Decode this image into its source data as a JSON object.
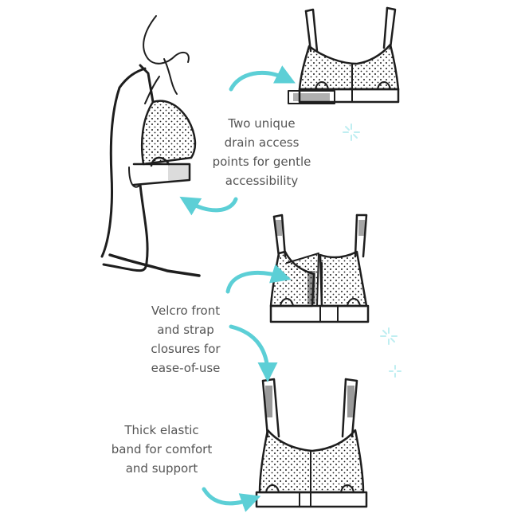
{
  "captions": {
    "drain": [
      "Two unique",
      "drain access",
      "points for gentle",
      "accessibility"
    ],
    "velcro": [
      "Velcro front",
      "and strap",
      "closures for",
      "ease-of-use"
    ],
    "band": [
      "Thick elastic",
      "band for comfort",
      "and support"
    ]
  },
  "colors": {
    "ink": "#1e1e1e",
    "accent": "#5ccfd6",
    "text": "#555555",
    "sparkle": "#bfeef1"
  }
}
